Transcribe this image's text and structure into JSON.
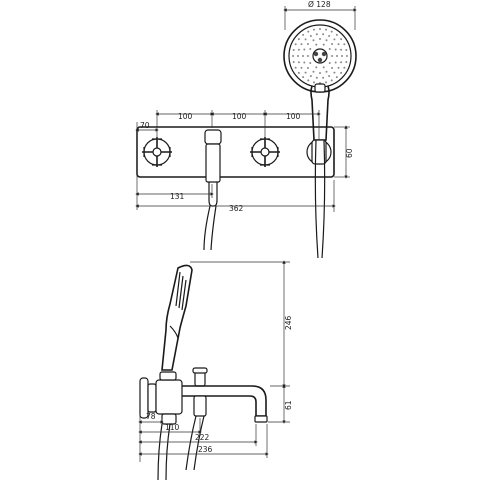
{
  "dimensions": {
    "shower_head_diameter": "Ø 128",
    "top_spacing_1": "100",
    "top_spacing_2": "100",
    "top_spacing_3": "100",
    "left_offset": "70",
    "plate_height": "60",
    "outlet_offset": "131",
    "plate_width": "362",
    "hand_shower_height": "246",
    "spout_height": "61",
    "side_depth_1": "78",
    "side_depth_2": "110",
    "side_depth_3": "222",
    "side_depth_4": "236"
  }
}
